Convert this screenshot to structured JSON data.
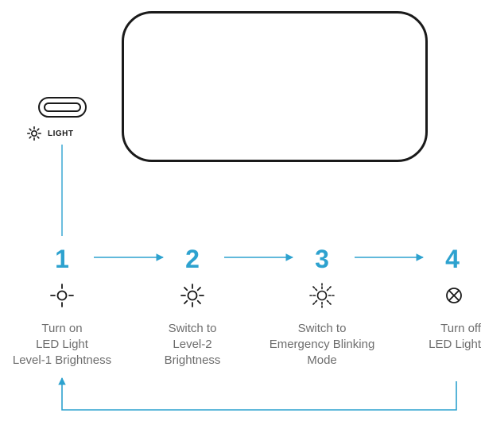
{
  "port": {
    "label": "LIGHT"
  },
  "colors": {
    "accent": "#2da2cf",
    "stroke": "#1a1a1a",
    "text": "#6d6d6d"
  },
  "steps": [
    {
      "number": "1",
      "icon": "sun-outline-icon",
      "lines": [
        "Turn on",
        "LED Light",
        "Level-1 Brightness"
      ]
    },
    {
      "number": "2",
      "icon": "sun-bright-icon",
      "lines": [
        "Switch to",
        "Level-2",
        "Brightness"
      ]
    },
    {
      "number": "3",
      "icon": "sun-blinking-icon",
      "lines": [
        "Switch to",
        "Emergency Blinking",
        "Mode"
      ]
    },
    {
      "number": "4",
      "icon": "off-circle-x-icon",
      "lines": [
        "Turn off",
        "LED Light"
      ]
    }
  ]
}
